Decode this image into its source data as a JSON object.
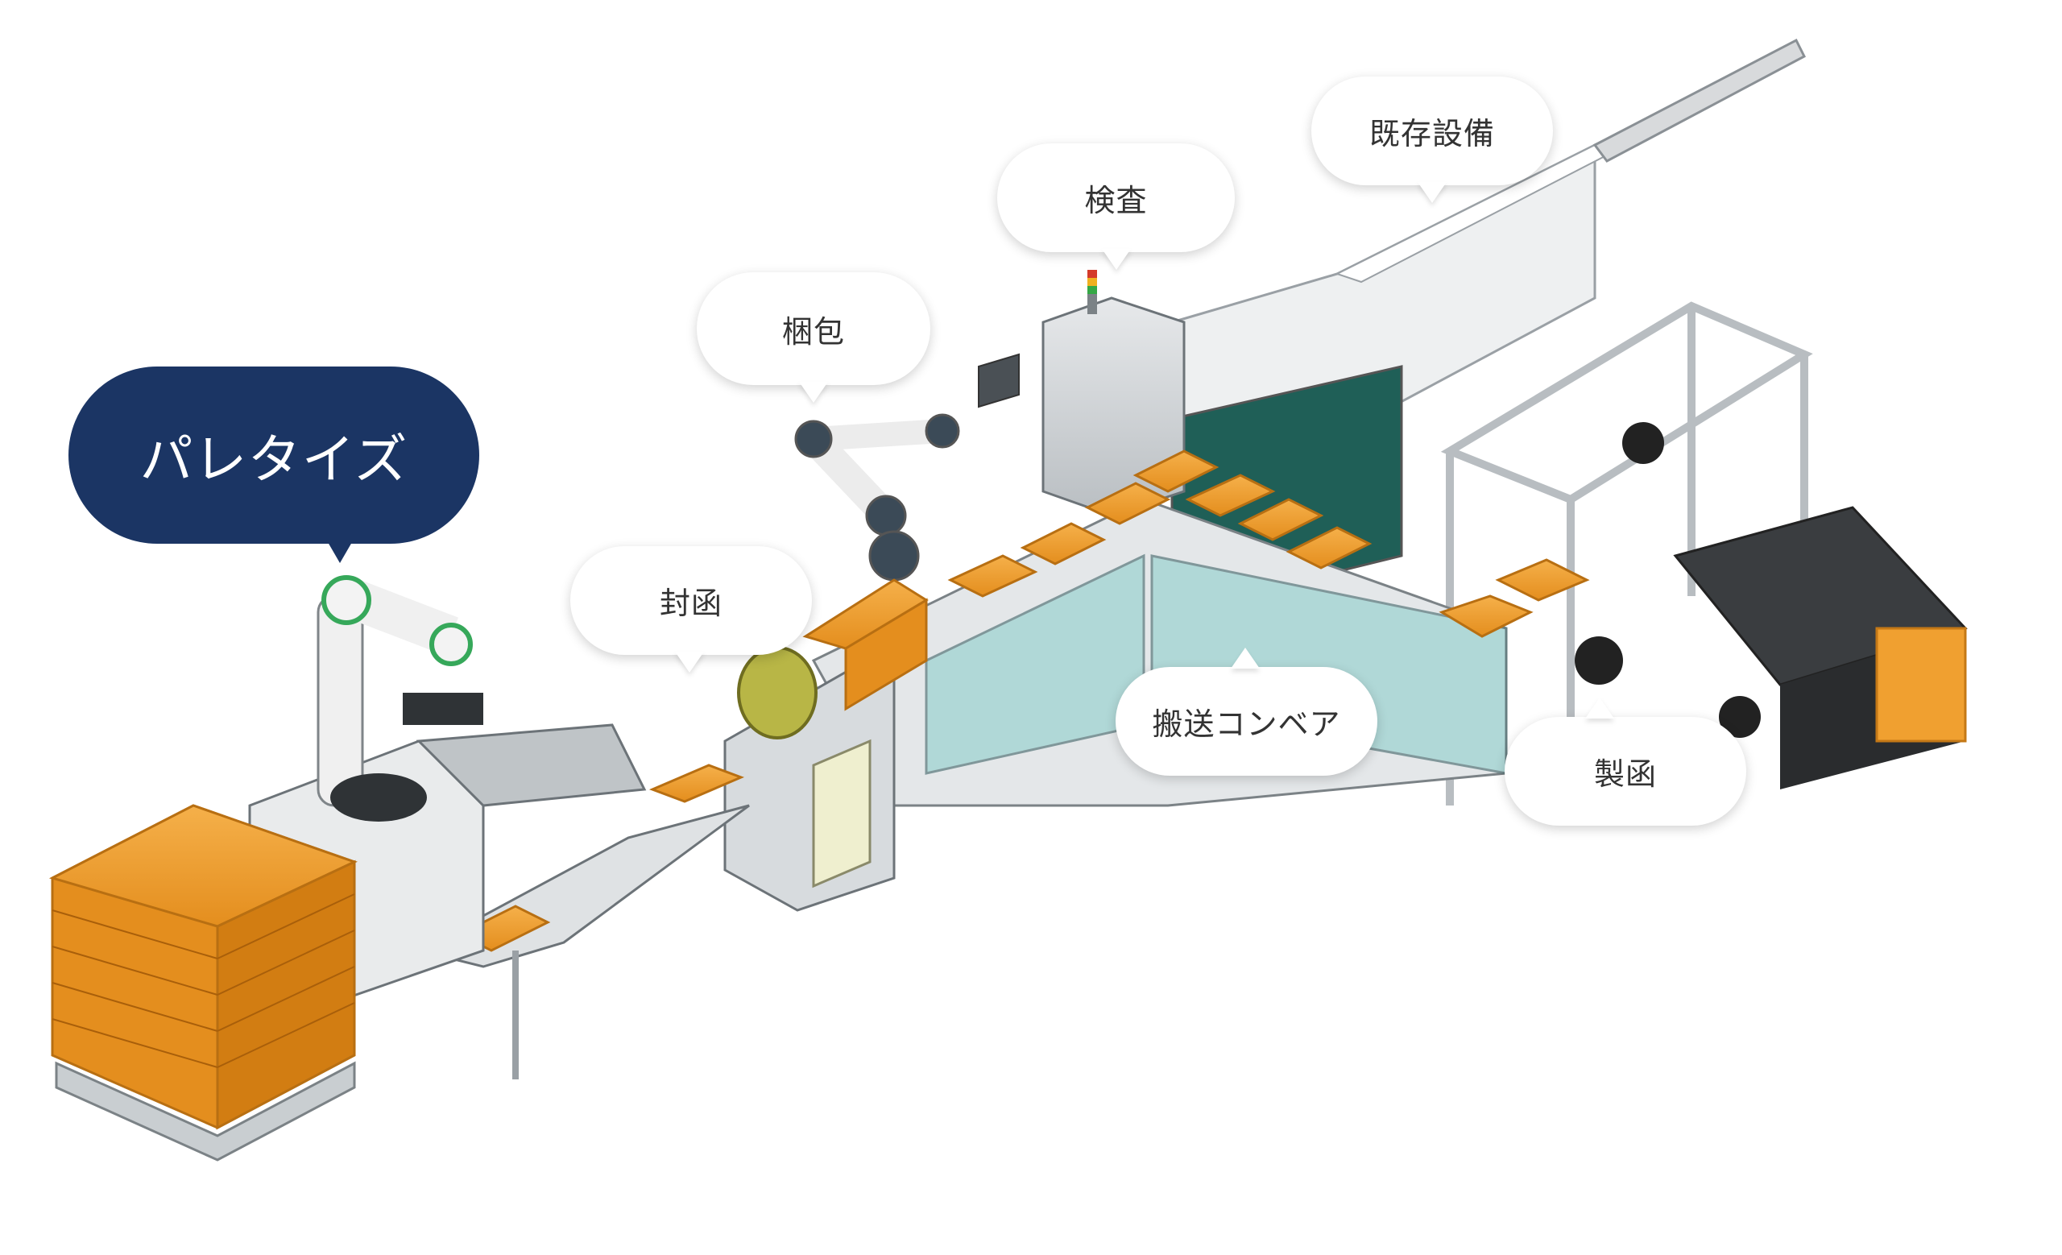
{
  "labels": {
    "palletize": "パレタイズ",
    "packing": "梱包",
    "inspection": "検査",
    "existing": "既存設備",
    "sealing": "封函",
    "conveyor": "搬送コンベア",
    "forming": "製函"
  },
  "colors": {
    "accent_navy": "#1b3564",
    "box_orange": "#f0a030",
    "machine_frame": "#cfd3d6",
    "glass_teal": "#9fd4d2"
  }
}
